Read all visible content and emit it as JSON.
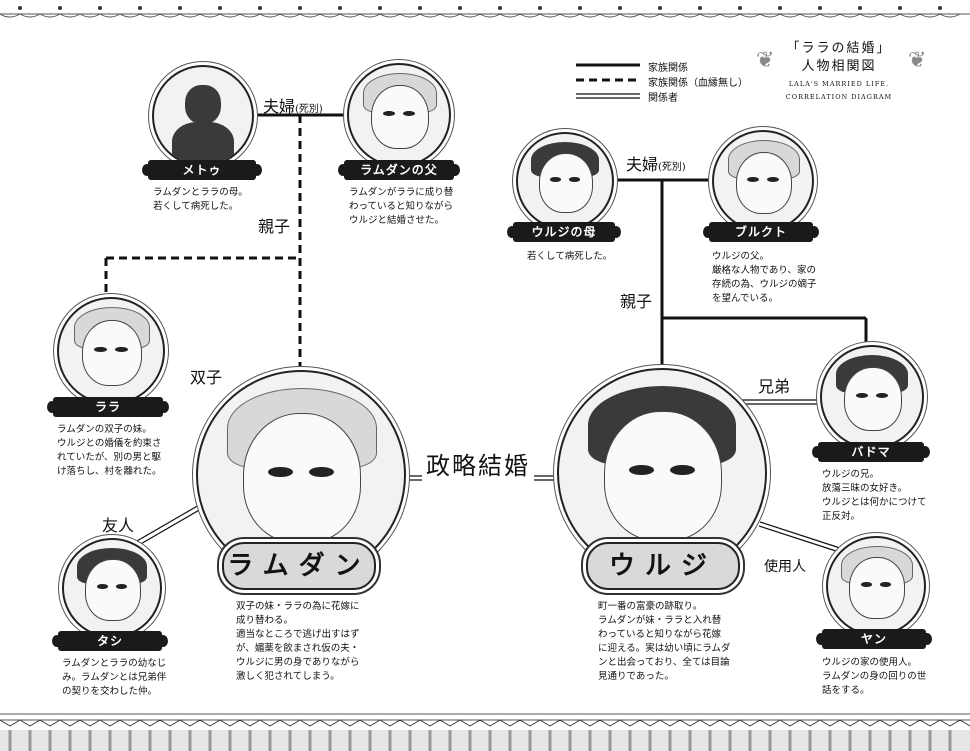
{
  "title": {
    "line1": "「ララの結婚」",
    "line2": "人物相関図",
    "en1": "LALA'S MARRIED LIFE.",
    "en2": "CORRELATION DIAGRAM"
  },
  "legend": [
    {
      "label": "家族関係",
      "style": "solid"
    },
    {
      "label": "家族関係（血縁無し）",
      "style": "dashed"
    },
    {
      "label": "関係者",
      "style": "double"
    }
  ],
  "relations": {
    "married_left": "夫婦",
    "married_left_note": "(死別)",
    "parent_child_left": "親子",
    "twins": "双子",
    "friend": "友人",
    "strategic_marriage": "政略結婚",
    "married_right": "夫婦",
    "married_right_note": "(死別)",
    "parent_child_right": "親子",
    "brothers": "兄弟",
    "servant": "使用人"
  },
  "characters": {
    "metou": {
      "name": "メトゥ",
      "desc": "ラムダンとララの母。\n若くして病死した。"
    },
    "ramdan_father": {
      "name": "ラムダンの父",
      "desc": "ラムダンがララに成り替\nわっていると知りながら\nウルジと結婚させた。"
    },
    "urji_mother": {
      "name": "ウルジの母",
      "desc": "若くして病死した。"
    },
    "burkt": {
      "name": "ブルクト",
      "desc": "ウルジの父。\n厳格な人物であり、家の\n存続の為、ウルジの嫡子\nを望んでいる。"
    },
    "lala": {
      "name": "ララ",
      "desc": "ラムダンの双子の妹。\nウルジとの婚儀を約束さ\nれていたが、別の男と駆\nけ落ちし、村を離れた。"
    },
    "ramdan": {
      "name": "ラムダン",
      "desc": "双子の妹・ララの為に花嫁に\n成り替わる。\n適当なところで逃げ出すはず\nが、媚薬を飲まされ仮の夫・\nウルジに男の身でありながら\n激しく犯されてしまう。"
    },
    "urji": {
      "name": "ウルジ",
      "desc": "町一番の富豪の跡取り。\nラムダンが妹・ララと入れ替\nわっていると知りながら花嫁\nに迎える。実は幼い頃にラムダ\nンと出会っており、全ては目論\n見通りであった。"
    },
    "badma": {
      "name": "バドマ",
      "desc": "ウルジの兄。\n放蕩三昧の女好き。\nウルジとは何かにつけて\n正反対。"
    },
    "tashi": {
      "name": "タシ",
      "desc": "ラムダンとララの幼なじ\nみ。ラムダンとは兄弟伴\nの契りを交わした仲。"
    },
    "yan": {
      "name": "ヤン",
      "desc": "ウルジの家の使用人。\nラムダンの身の回りの世\n話をする。"
    }
  },
  "icons": [
    "silhouette-icon",
    "flower-ornament-icon"
  ],
  "colors": {
    "ink": "#111111",
    "plate": "#1a1a1a",
    "bigplate": "#d9d9d9"
  }
}
